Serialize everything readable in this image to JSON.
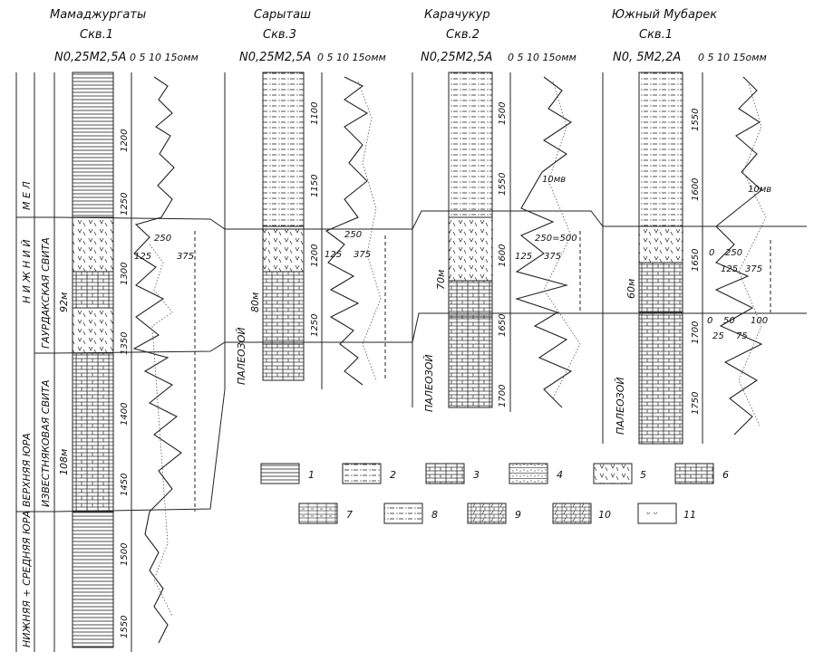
{
  "wells": [
    {
      "area": "Мамаджургаты",
      "well": "Скв.1",
      "tool": "N0,25M2,5A",
      "scale": "0 5 10 15омм",
      "depths": [
        "1200",
        "1250",
        "1300",
        "1350",
        "1400",
        "1450",
        "1500",
        "1550"
      ],
      "thicknesses": [
        "92м",
        "108м"
      ],
      "curve_labels": [
        "250",
        "125",
        "375"
      ]
    },
    {
      "area": "Сарыташ",
      "well": "Скв.3",
      "tool": "N0,25M2,5A",
      "scale": "0 5 10 15омм",
      "depths": [
        "1100",
        "1150",
        "1200",
        "1250"
      ],
      "thicknesses": [
        "80м"
      ],
      "basement": "ПАЛЕОЗОЙ",
      "curve_labels": [
        "250",
        "125",
        "375"
      ]
    },
    {
      "area": "Карачукур",
      "well": "Скв.2",
      "tool": "N0,25M2,5A",
      "scale": "0 5 10 15омм",
      "depths": [
        "1500",
        "1550",
        "1600",
        "1650",
        "1700"
      ],
      "thicknesses": [
        "70м"
      ],
      "basement": "ПАЛЕОЗОЙ",
      "sp_label": "10мв",
      "curve_labels": [
        "250=500",
        "125",
        "375"
      ]
    },
    {
      "area": "Южный Мубарек",
      "well": "Скв.1",
      "tool": "N0, 5M2,2A",
      "scale": "0 5 10 15омм",
      "depths": [
        "1550",
        "1600",
        "1650",
        "1700",
        "1750"
      ],
      "thicknesses": [
        "60м"
      ],
      "basement": "ПАЛЕОЗОЙ",
      "sp_label": "10мв",
      "curve_labels": [
        "0",
        "250",
        "125",
        "375",
        "0",
        "50",
        "100",
        "25",
        "75"
      ]
    }
  ],
  "strat": {
    "system_lower_cretaceous": "Н И Ж Н И Й",
    "system_mel": "М Е Л",
    "suite_gaurdak": "ГАУРДАКСКАЯ СВИТА",
    "suite_limestone": "ИЗВЕСТНЯКОВАЯ СВИТА",
    "upper_jurassic": "ВЕРХНЯЯ ЮРА",
    "lower_middle_jurassic": "НИЖНЯЯ + СРЕДНЯЯ ЮРА"
  },
  "legend": [
    "1",
    "2",
    "3",
    "4",
    "5",
    "6",
    "7",
    "8",
    "9",
    "10",
    "11"
  ]
}
